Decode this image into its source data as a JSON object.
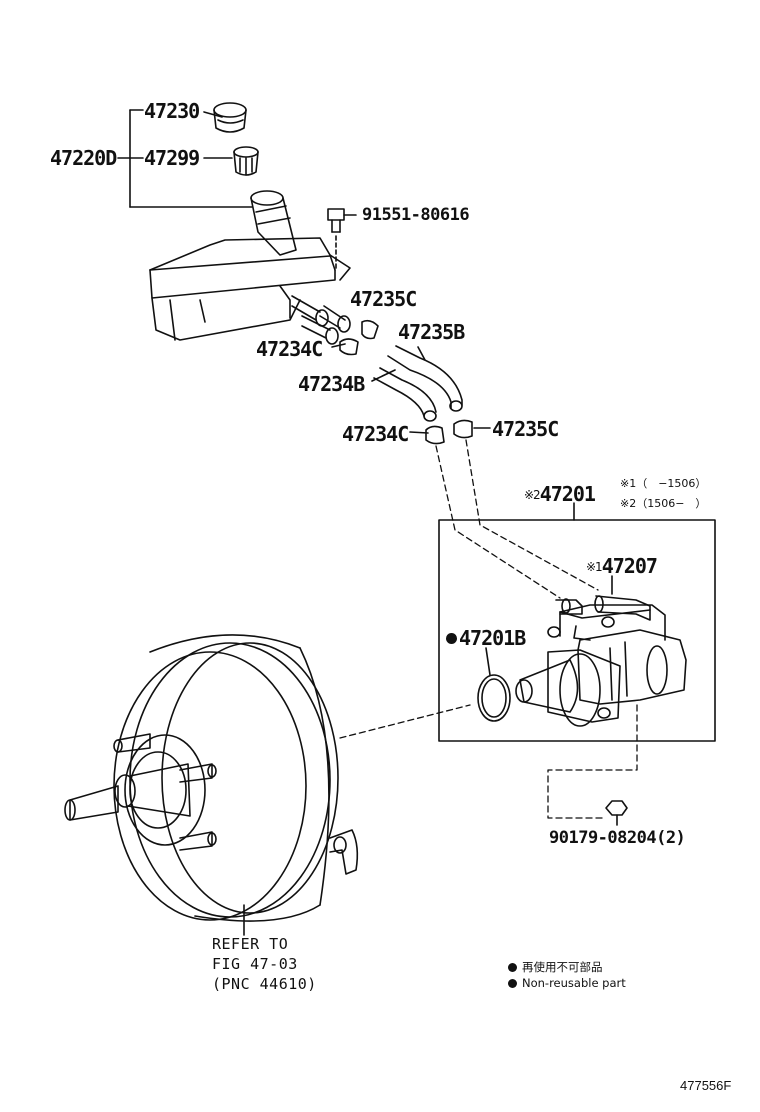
{
  "labels": {
    "p47230": "47230",
    "p47220D": "47220D",
    "p47299": "47299",
    "p91551": "91551-80616",
    "p47235C_top": "47235C",
    "p47235B": "47235B",
    "p47234C_top": "47234C",
    "p47234B": "47234B",
    "p47234C_bottom": "47234C",
    "p47235C_bottom": "47235C",
    "p47201": "47201",
    "p47201_mark": "※2",
    "p47207": "47207",
    "p47207_mark": "※1",
    "p47201B": "47201B",
    "p90179": "90179-08204(2)"
  },
  "notes": {
    "note1": "※1（　−1506）",
    "note2": "※2（1506−　）"
  },
  "refer": {
    "line1": "REFER TO",
    "line2": "FIG 47-03",
    "line3": "(PNC 44610)"
  },
  "legend": {
    "jp": "再使用不可部品",
    "en": "Non-reusable part"
  },
  "figure_number": "477556F"
}
